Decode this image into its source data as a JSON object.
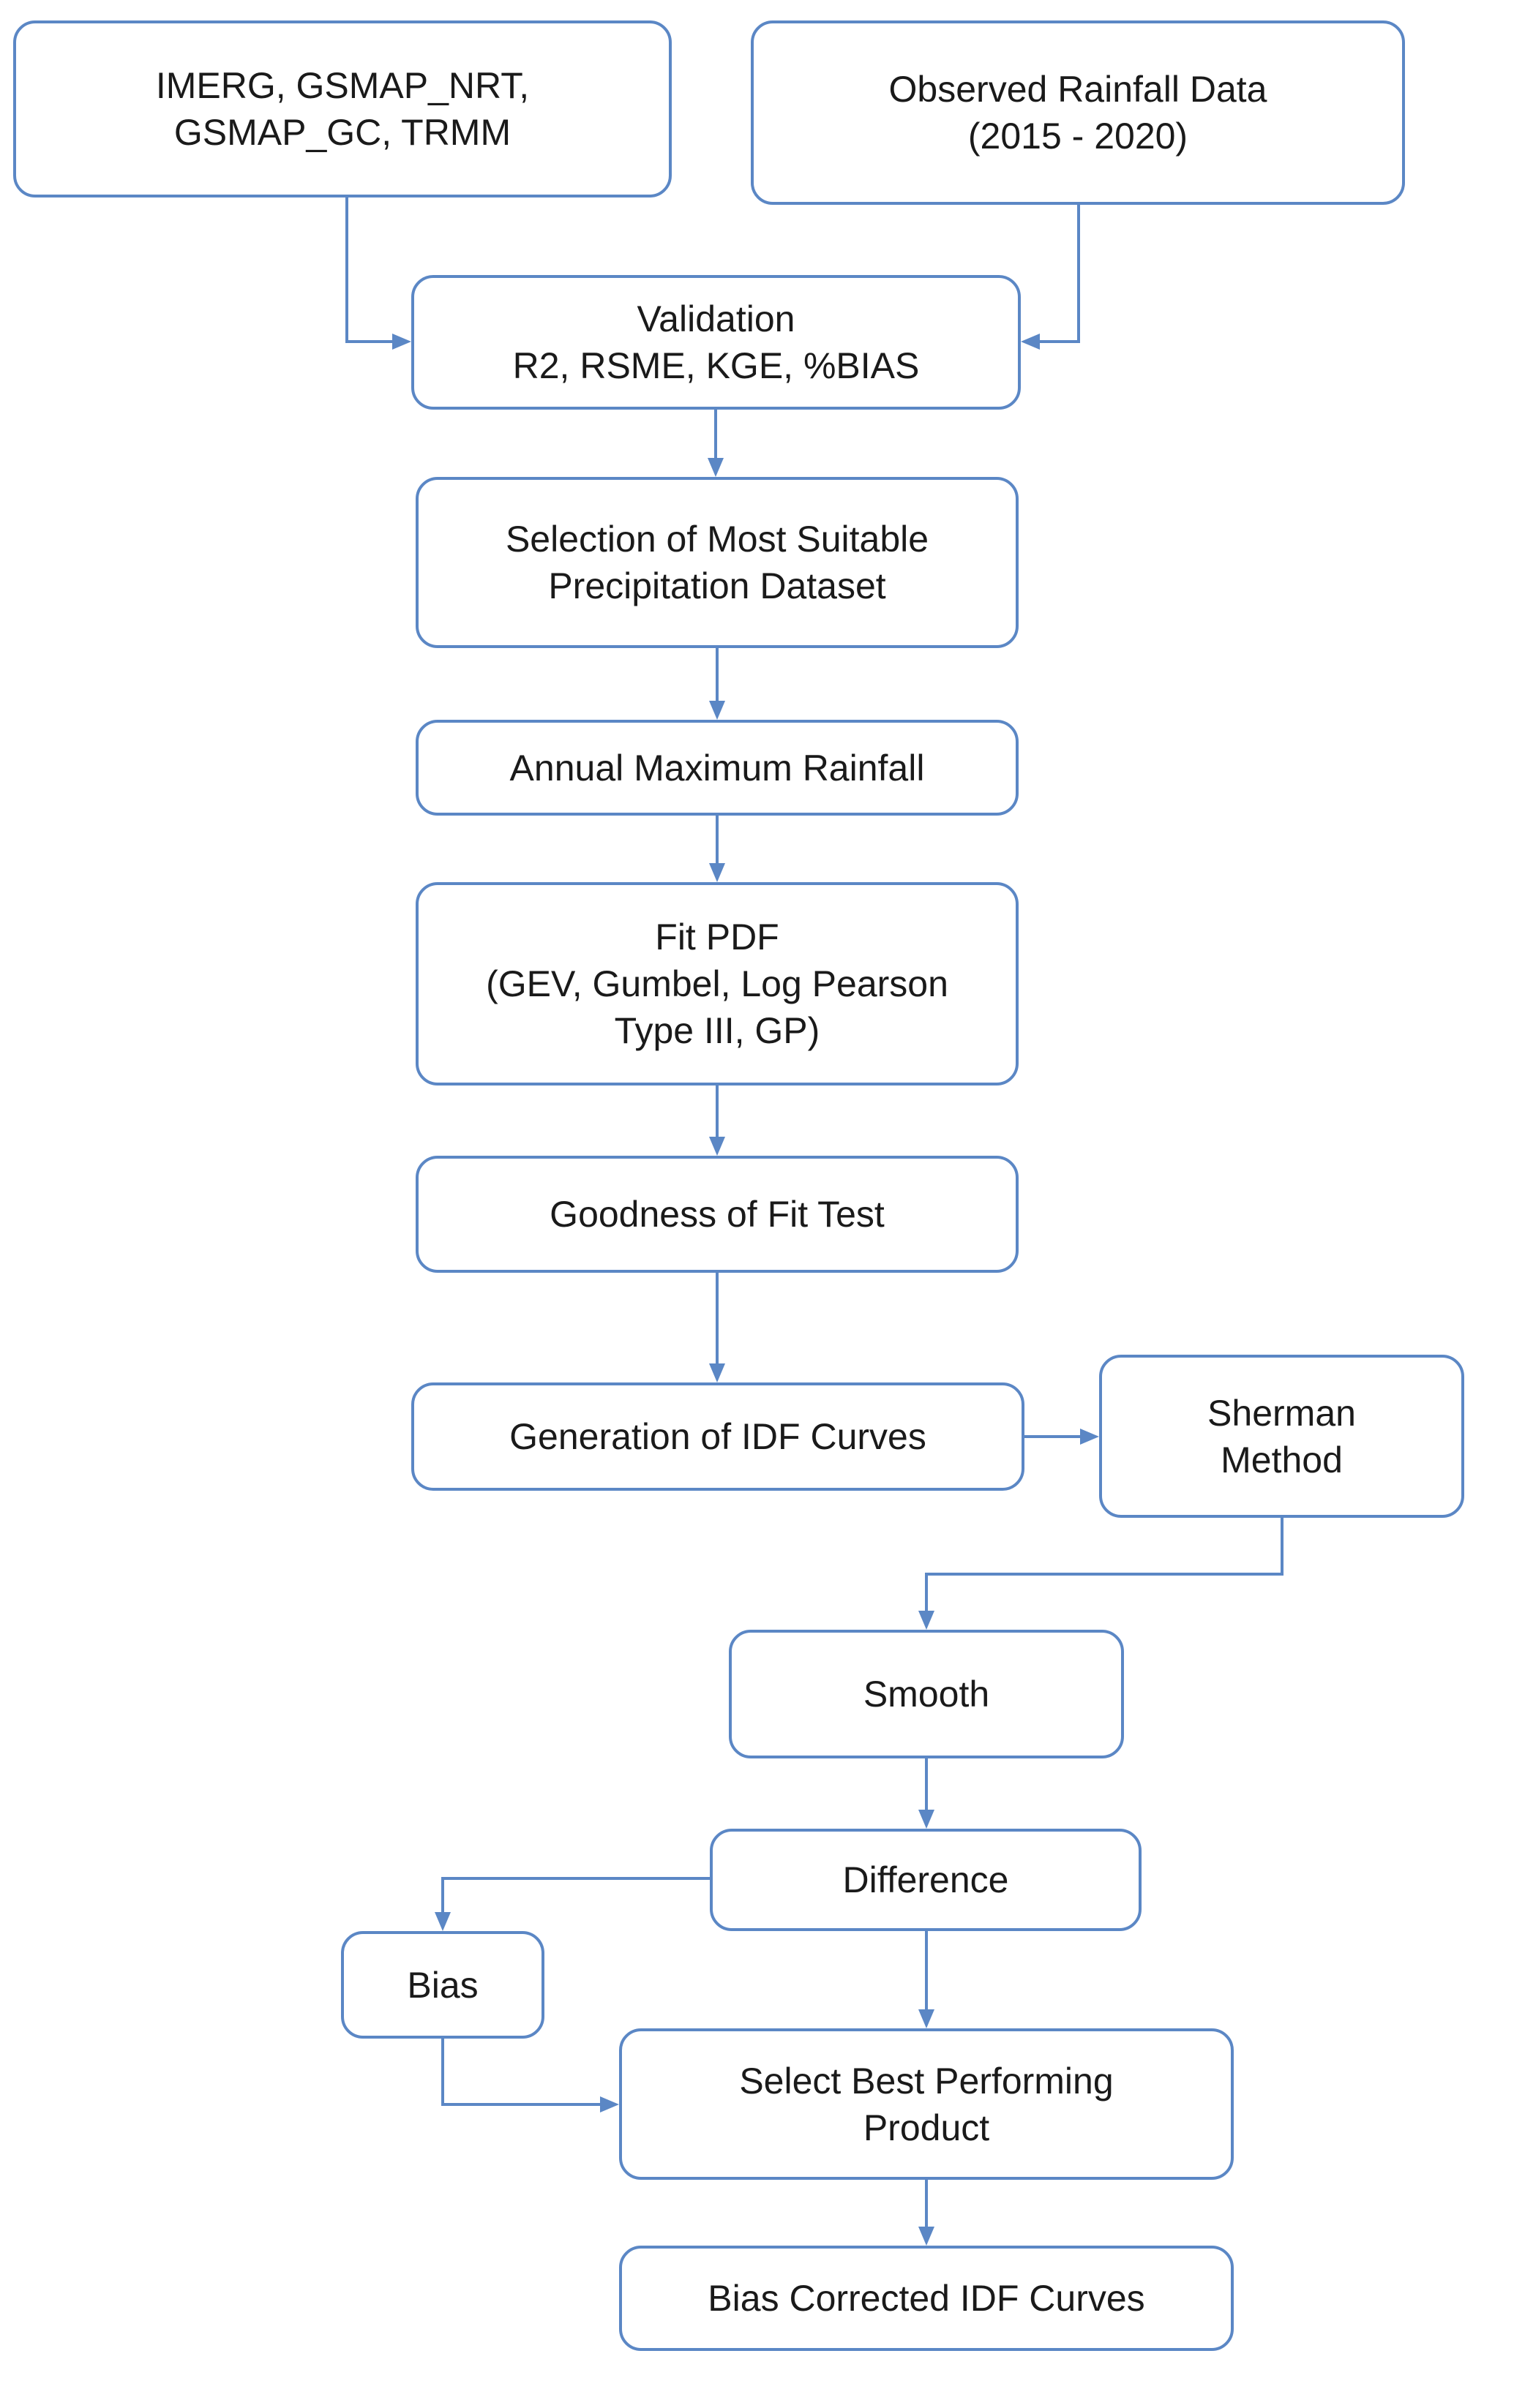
{
  "diagram": {
    "nodes": [
      {
        "id": "satellite",
        "lines": [
          "IMERG, GSMAP_NRT,",
          "GSMAP_GC, TRMM"
        ]
      },
      {
        "id": "observed",
        "lines": [
          "Observed Rainfall Data",
          "(2015 - 2020)"
        ]
      },
      {
        "id": "validation",
        "lines": [
          "Validation",
          "R2, RSME, KGE, %BIAS"
        ]
      },
      {
        "id": "selection",
        "lines": [
          "Selection of Most Suitable",
          "Precipitation Dataset"
        ]
      },
      {
        "id": "annual-max",
        "lines": [
          "Annual Maximum Rainfall"
        ]
      },
      {
        "id": "fit-pdf",
        "lines": [
          "Fit PDF",
          "(GEV, Gumbel, Log Pearson",
          "Type III, GP)"
        ]
      },
      {
        "id": "goodness",
        "lines": [
          "Goodness of Fit Test"
        ]
      },
      {
        "id": "idf-generation",
        "lines": [
          "Generation of IDF Curves"
        ]
      },
      {
        "id": "sherman",
        "lines": [
          "Sherman",
          "Method"
        ]
      },
      {
        "id": "smooth",
        "lines": [
          "Smooth"
        ]
      },
      {
        "id": "difference",
        "lines": [
          "Difference"
        ]
      },
      {
        "id": "bias",
        "lines": [
          "Bias"
        ]
      },
      {
        "id": "select-best",
        "lines": [
          "Select Best Performing",
          "Product"
        ]
      },
      {
        "id": "bias-corrected",
        "lines": [
          "Bias Corrected IDF Curves"
        ]
      }
    ],
    "edges": [
      {
        "from": "satellite",
        "to": "validation"
      },
      {
        "from": "observed",
        "to": "validation"
      },
      {
        "from": "validation",
        "to": "selection"
      },
      {
        "from": "selection",
        "to": "annual-max"
      },
      {
        "from": "annual-max",
        "to": "fit-pdf"
      },
      {
        "from": "fit-pdf",
        "to": "goodness"
      },
      {
        "from": "goodness",
        "to": "idf-generation"
      },
      {
        "from": "idf-generation",
        "to": "sherman"
      },
      {
        "from": "sherman",
        "to": "smooth"
      },
      {
        "from": "smooth",
        "to": "difference"
      },
      {
        "from": "difference",
        "to": "bias"
      },
      {
        "from": "difference",
        "to": "select-best"
      },
      {
        "from": "bias",
        "to": "select-best"
      },
      {
        "from": "select-best",
        "to": "bias-corrected"
      }
    ],
    "colors": {
      "stroke": "#5b87c5",
      "text": "#1a1a1a",
      "background": "#ffffff"
    }
  }
}
